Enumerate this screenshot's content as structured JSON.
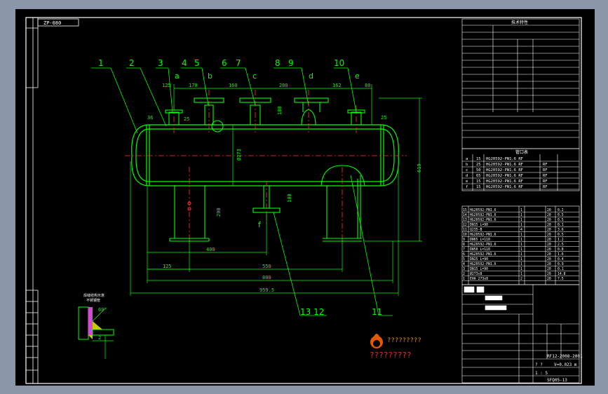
{
  "top_left_tag": "ZP-080",
  "weld_caption_1": "焊缝结构示意",
  "weld_caption_2": "不锈钢管",
  "weld_dim": "60°",
  "weld_dim_2": "2",
  "part_labels": [
    "1",
    "2",
    "3",
    "4",
    "5",
    "6",
    "7",
    "8",
    "9",
    "10"
  ],
  "nozzle_labels": [
    "a",
    "b",
    "c",
    "d",
    "e",
    "f"
  ],
  "bottom_labels": [
    "13 12",
    "11"
  ],
  "dims_top": [
    "125",
    "170",
    "160",
    "200",
    "162",
    "80",
    "25",
    "25",
    "36"
  ],
  "dims_vertical": [
    "Ø273",
    "180",
    "200",
    "100",
    "619"
  ],
  "dims_bottom": [
    "400",
    "125",
    "550",
    "800",
    "959.5"
  ],
  "logo_text": "?????????",
  "logo_red_text": "?????????",
  "title_block": {
    "drawing_no": "SFQ05-13",
    "project_code": "RF12-2008-2001",
    "volume": "V=0.023 m",
    "scale": "1 : 5",
    "sheet": "? ?"
  },
  "spec_header": "技术特性",
  "nozzle_table_header": "管口表",
  "nozzle_rows": [
    [
      "a",
      "15",
      "HG20592-PN1.6 RF",
      ""
    ],
    [
      "b",
      "25",
      "HG20592-PN1.6 RF",
      "RF"
    ],
    [
      "c",
      "50",
      "HG20592-PN1.6 RF",
      "RF"
    ],
    [
      "d",
      "65",
      "HG20592-PN1.6 RF",
      "RF"
    ],
    [
      "e",
      "15",
      "HG20592-PN1.6 RF",
      "RF"
    ],
    [
      "f",
      "15",
      "HG20592-PN1.6 RF",
      "RF"
    ]
  ],
  "parts_rows": [
    [
      "15",
      "HG20592-PN1.6",
      "1",
      "20",
      "0.2"
    ],
    [
      "14",
      "HG20592-PN1.6",
      "1",
      "20",
      "0.5"
    ],
    [
      "13",
      "HG20592-PN1.6",
      "1",
      "20",
      "0.5"
    ],
    [
      "12",
      "DN15 L=90",
      "1",
      "20",
      "0.1"
    ],
    [
      "11",
      "Q235-B",
      "4",
      "20",
      "3.6"
    ],
    [
      "10",
      "HG20592-PN1.6",
      "1",
      "20",
      "0.5"
    ],
    [
      "9",
      "DN65 L=110",
      "1",
      "20",
      "1.2"
    ],
    [
      "8",
      "HG20592-PN1.6",
      "1",
      "20",
      "2.5"
    ],
    [
      "7",
      "DN50 L=110",
      "1",
      "20",
      "0.8"
    ],
    [
      "6",
      "HG20592-PN1.6",
      "1",
      "20",
      "1.6"
    ],
    [
      "5",
      "DN25 L=90",
      "1",
      "20",
      "0.4"
    ],
    [
      "4",
      "HG20592-PN1.6",
      "1",
      "20",
      "0.9"
    ],
    [
      "3",
      "DN15 L=90",
      "1",
      "20",
      "0.1"
    ],
    [
      "2",
      "Ø273x8",
      "1",
      "20",
      "14.8"
    ],
    [
      "1",
      "EHA 273x8",
      "2",
      "20",
      "7.5"
    ]
  ]
}
